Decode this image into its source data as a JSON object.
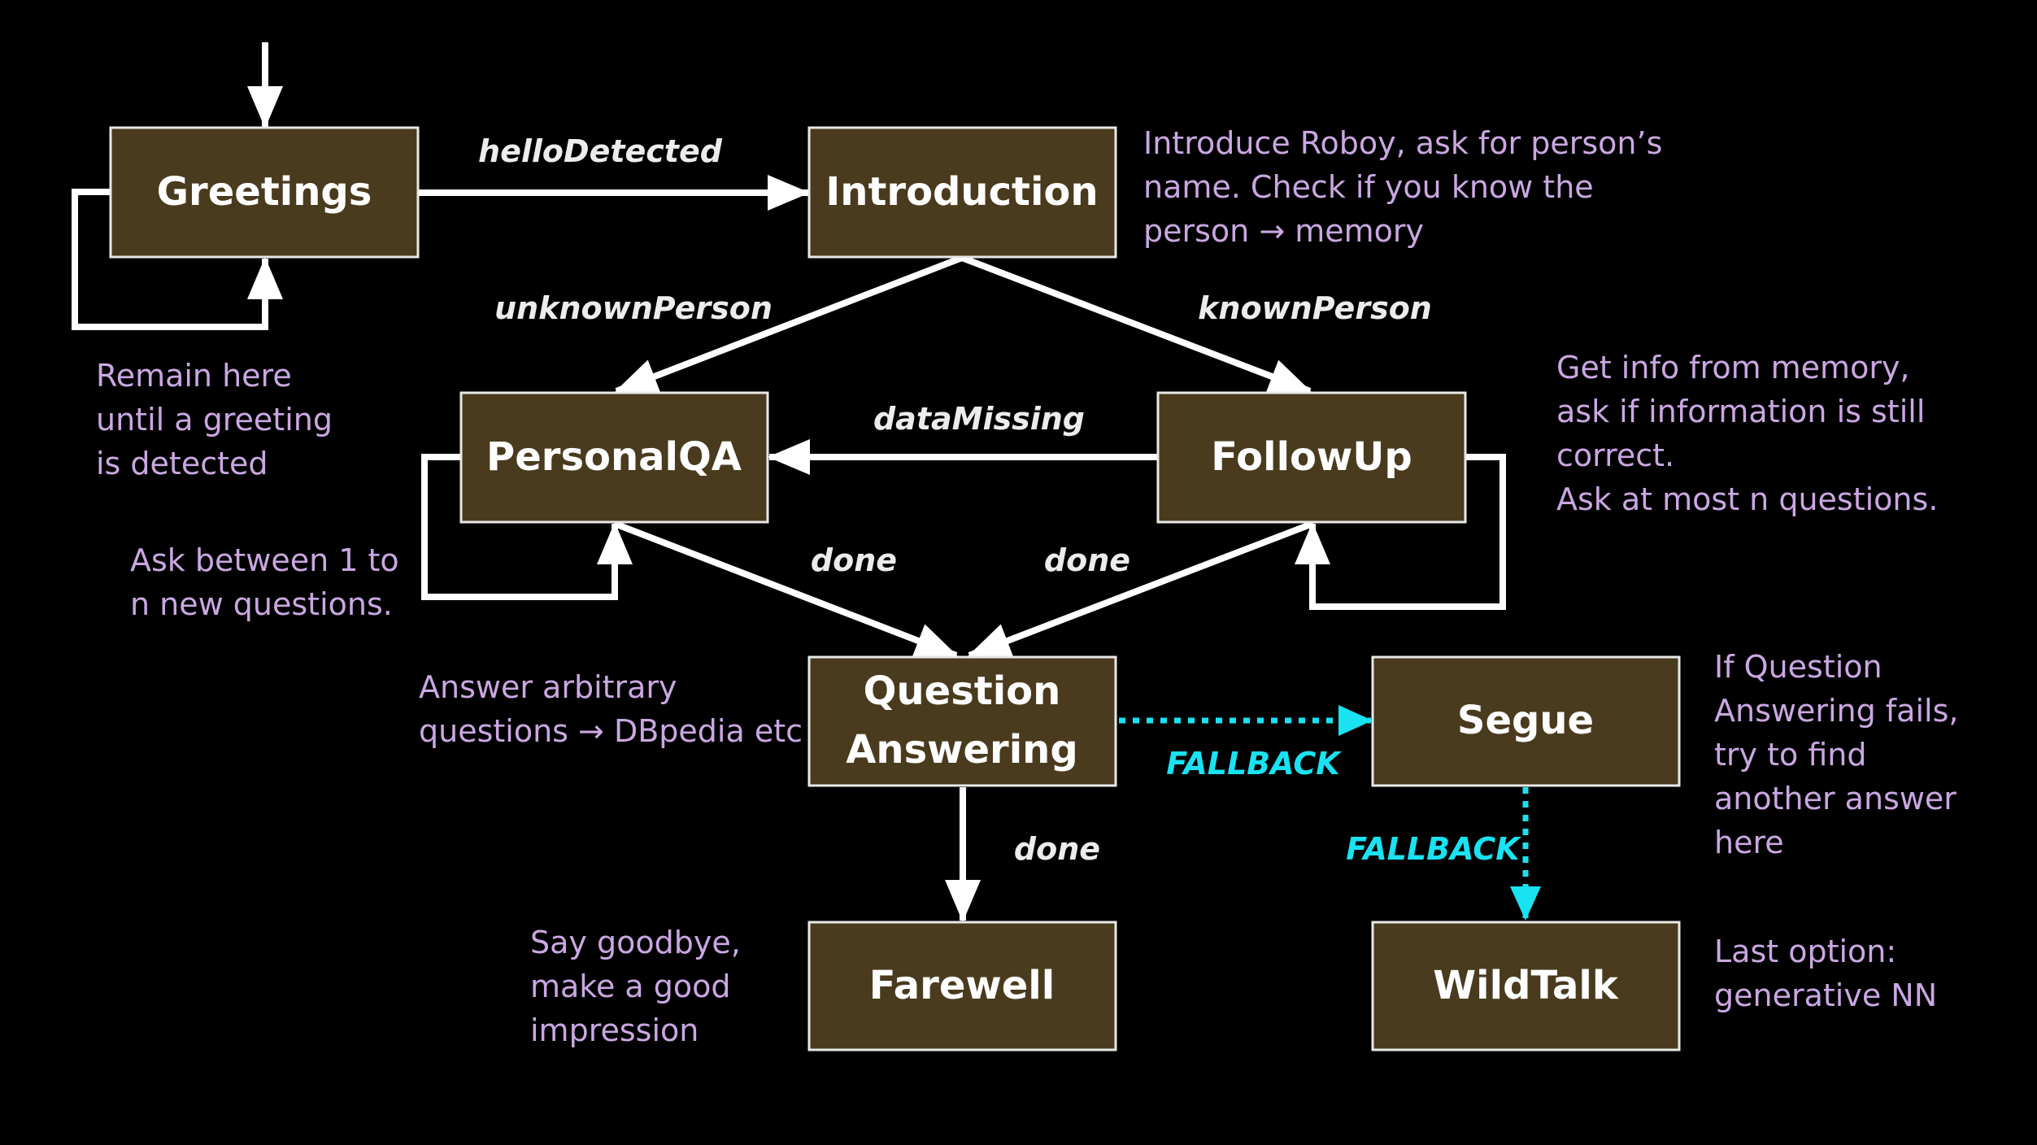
{
  "states": {
    "greetings": "Greetings",
    "introduction": "Introduction",
    "personal_qa": "PersonalQA",
    "follow_up": "FollowUp",
    "question_answering_line1": "Question",
    "question_answering_line2": "Answering",
    "segue": "Segue",
    "farewell": "Farewell",
    "wild_talk": "WildTalk"
  },
  "transitions": {
    "hello_detected": "helloDetected",
    "unknown_person": "unknownPerson",
    "known_person": "knownPerson",
    "data_missing": "dataMissing",
    "done_personal": "done",
    "done_follow": "done",
    "done_qa": "done",
    "fallback_segue": "FALLBACK",
    "fallback_wild": "FALLBACK"
  },
  "notes": {
    "greetings": [
      "Remain here",
      "until a greeting",
      "is detected"
    ],
    "introduction": [
      "Introduce Roboy, ask for person’s",
      "name. Check if you know the",
      "person → memory"
    ],
    "follow_up": [
      "Get info from memory,",
      "ask if information is still",
      "correct.",
      "Ask at most n questions."
    ],
    "personal_qa": [
      "Ask between 1 to",
      "n new questions."
    ],
    "question_answering": [
      "Answer arbitrary",
      "questions → DBpedia etc"
    ],
    "segue": [
      "If Question",
      "Answering fails,",
      "try to find",
      "another answer",
      "here"
    ],
    "farewell": [
      "Say goodbye,",
      "make a good",
      "impression"
    ],
    "wild_talk": [
      "Last option:",
      "generative NN"
    ]
  },
  "colors": {
    "background": "#000000",
    "box_fill": "#4a3b1e",
    "note_text": "#caa7e2",
    "fallback": "#19e2f2"
  }
}
